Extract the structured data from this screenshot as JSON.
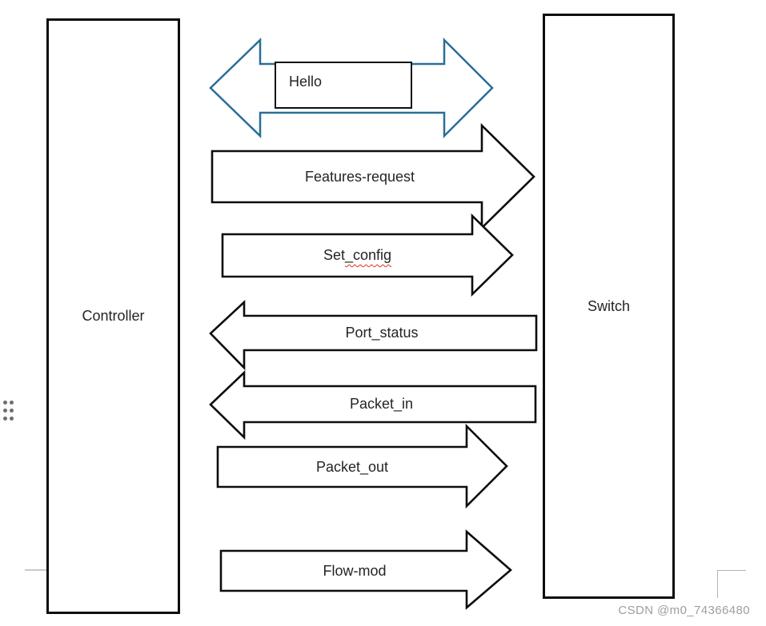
{
  "diagram": {
    "controller": {
      "label": "Controller"
    },
    "switch": {
      "label": "Switch"
    },
    "hello": {
      "label": "Hello",
      "direction": "bidirectional",
      "arrow_color": "#2a6e96"
    },
    "messages": [
      {
        "label": "Features-request",
        "direction": "controller-to-switch"
      },
      {
        "label_head": "Set",
        "label_tail": "_config",
        "direction": "controller-to-switch",
        "spellcheck_underline": true
      },
      {
        "label": "Port_status",
        "direction": "switch-to-controller"
      },
      {
        "label": "Packet_in",
        "direction": "switch-to-controller"
      },
      {
        "label": "Packet_out",
        "direction": "controller-to-switch"
      },
      {
        "label": "Flow-mod",
        "direction": "controller-to-switch"
      }
    ]
  },
  "page": {
    "watermark": "CSDN @m0_74366480",
    "drag_handle_icon": "six-dot-drag-handle"
  },
  "colors": {
    "node_stroke": "#0d0d0d",
    "message_arrow_stroke": "#0d0d0d",
    "hello_arrow_stroke": "#2a6e96",
    "text": "#242424",
    "spellcheck_red": "#e0321f",
    "watermark_gray": "#9e9ea2",
    "crop_mark_gray": "#b5b5b5"
  }
}
